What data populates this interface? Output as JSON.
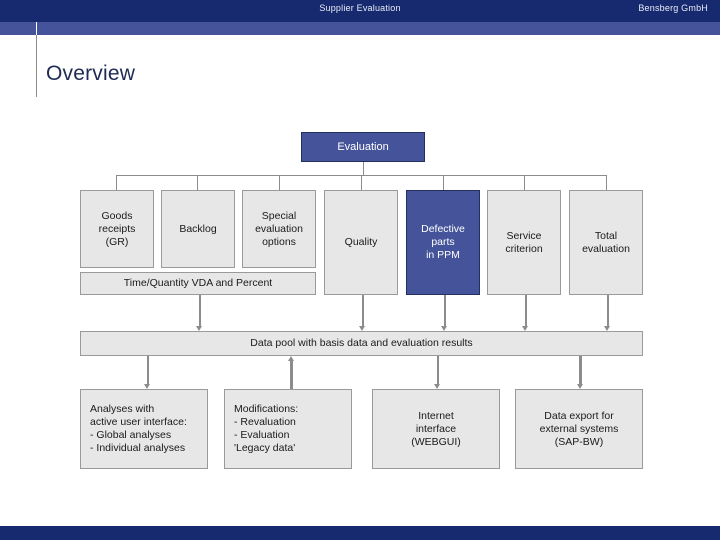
{
  "header": {
    "title": "Supplier Evaluation",
    "company": "Bensberg GmbH"
  },
  "slide": {
    "title": "Overview"
  },
  "colors": {
    "header_dark": "#172a70",
    "header_mid": "#45549a",
    "accent_box": "#45549a",
    "box_fill": "#e7e7e7",
    "box_border": "#9a9a9a",
    "connector": "#8c8c8c",
    "title_text": "#1f2a55"
  },
  "diagram": {
    "root": {
      "label": "Evaluation"
    },
    "criteria": [
      {
        "label": "Goods\nreceipts\n(GR)",
        "accent": false
      },
      {
        "label": "Backlog",
        "accent": false
      },
      {
        "label": "Special\nevaluation\noptions",
        "accent": false
      },
      {
        "label": "Quality",
        "accent": false
      },
      {
        "label": "Defective\nparts\nin PPM",
        "accent": true
      },
      {
        "label": "Service\ncriterion",
        "accent": false
      },
      {
        "label": "Total\nevaluation",
        "accent": false
      }
    ],
    "subbar": {
      "label": "Time/Quantity VDA and Percent"
    },
    "datapool": {
      "label": "Data pool with basis data and evaluation results"
    },
    "outputs": [
      {
        "label": "Analyses with\nactive user interface:\n- Global analyses\n- Individual analyses",
        "align": "left",
        "arrow": "down"
      },
      {
        "label": "Modifications:\n- Revaluation\n- Evaluation\n  'Legacy data'",
        "align": "left",
        "arrow": "up"
      },
      {
        "label": "Internet\ninterface\n(WEBGUI)",
        "align": "center",
        "arrow": "down"
      },
      {
        "label": "Data export for\nexternal systems\n(SAP-BW)",
        "align": "center",
        "arrow": "down"
      }
    ]
  }
}
